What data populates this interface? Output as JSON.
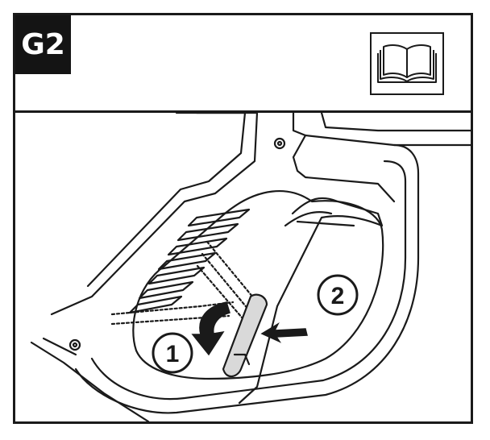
{
  "header": {
    "step_label": "G2",
    "manual_icon": "open-book-icon"
  },
  "callouts": [
    {
      "number": "1",
      "action": "rotate-arrow-icon"
    },
    {
      "number": "2",
      "action": "push-arrow-icon"
    }
  ],
  "colors": {
    "ink": "#1a1a1a",
    "badge_bg": "#141414",
    "badge_text": "#ffffff",
    "paper": "#ffffff"
  }
}
